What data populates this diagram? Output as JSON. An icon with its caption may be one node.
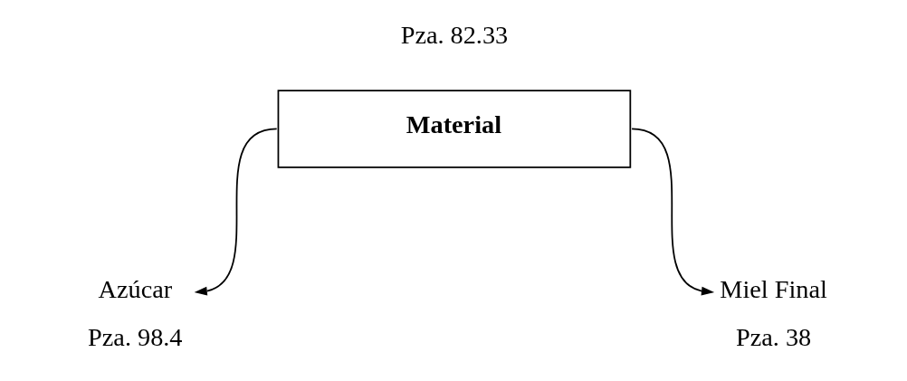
{
  "diagram": {
    "nodes": [
      {
        "text": [
          "Material"
        ],
        "beside": [
          "Pza. 82.33"
        ]
      },
      {
        "text": [
          "Azúcar"
        ],
        "beside": [
          "Pza. 98.4"
        ]
      },
      {
        "text": [
          "Miel Final"
        ],
        "beside": [
          "Pza. 38"
        ]
      }
    ],
    "edges": [
      {
        "from": 0,
        "to": 1,
        "arrow": "to"
      },
      {
        "from": 0,
        "to": 2,
        "arrow": "to"
      }
    ]
  }
}
